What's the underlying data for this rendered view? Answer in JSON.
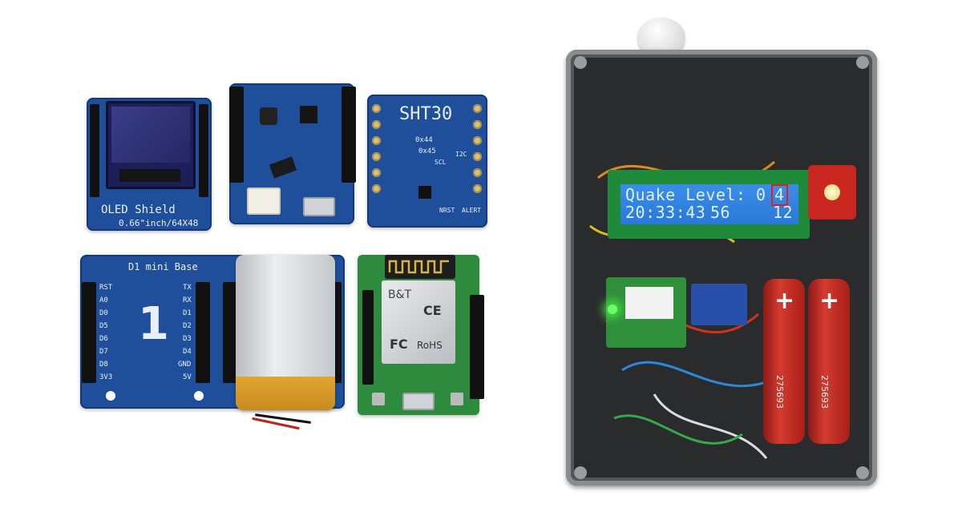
{
  "modules": {
    "oled": {
      "title": "OLED Shield",
      "subtitle": "0.66\"inch/64X48"
    },
    "sht30": {
      "title": "SHT30",
      "addr1": "0x44",
      "addr2": "0x45",
      "scl": "SCL",
      "i2c": "I2C",
      "nrst": "NRST",
      "alert": "ALERT"
    },
    "base": {
      "title": "D1 mini  Base",
      "slot_number": "1",
      "left_pins": [
        "RST",
        "A0",
        "D0",
        "D5",
        "D6",
        "D7",
        "D8",
        "3V3"
      ],
      "right_pins": [
        "TX",
        "RX",
        "D1",
        "D2",
        "D3",
        "D4",
        "GND",
        "5V"
      ]
    },
    "wifi": {
      "logo": "B&T",
      "ce": "CE",
      "rohs": "RoHS",
      "fc": "FC"
    }
  },
  "lcd": {
    "line1": "Quake Level: 0",
    "level_highlight": "4",
    "line2_time": "20:33:43",
    "line2_value": "56",
    "line2_right": "12"
  },
  "batteries": {
    "symbol": "+",
    "code1": "275693",
    "code2": "275693"
  },
  "colors": {
    "pcb_blue": "#1f4f9a",
    "pcb_green": "#2e8a3c",
    "lcd_bg": "#2a78d8",
    "highlight_box": "#e02020",
    "battery_red": "#c8261e"
  }
}
